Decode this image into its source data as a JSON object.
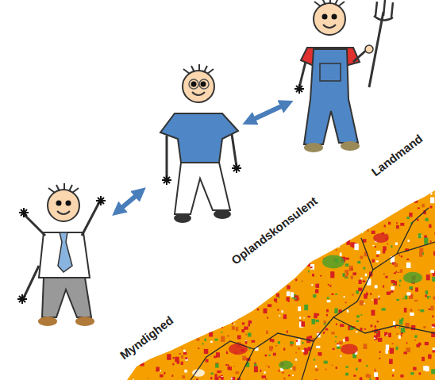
{
  "diagram": {
    "nodes": [
      {
        "text": [
          "Myndighed"
        ]
      },
      {
        "text": [
          "Oplandskonsulent"
        ]
      },
      {
        "text": [
          "Landmand"
        ]
      }
    ],
    "edges": [
      {
        "from": 0,
        "to": 1,
        "arrow": "both"
      },
      {
        "from": 1,
        "to": 2,
        "arrow": "both"
      }
    ]
  }
}
